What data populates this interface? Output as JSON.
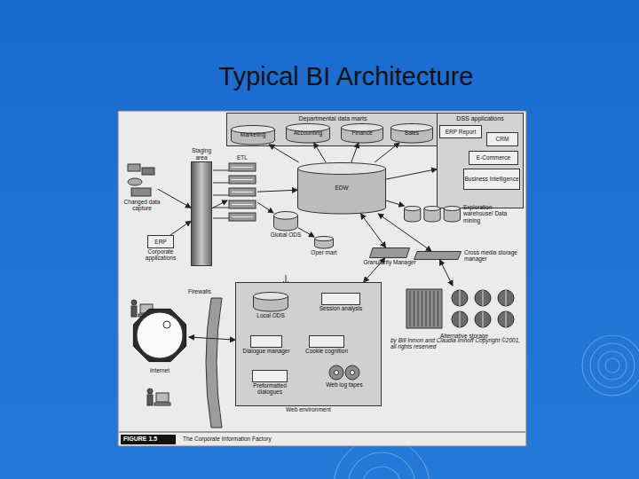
{
  "diagram": {
    "title": "Typical BI Architecture",
    "nodes": [
      {
        "text": [
          "Departmental data marts"
        ]
      },
      {
        "text": [
          "Marketing"
        ],
        "in": 0
      },
      {
        "text": [
          "Accounting"
        ],
        "in": 0
      },
      {
        "text": [
          "Finance"
        ],
        "in": 0
      },
      {
        "text": [
          "Sales"
        ],
        "in": 0
      },
      {
        "text": [
          "DSS applications"
        ]
      },
      {
        "text": [
          "ERP Report"
        ],
        "in": 5
      },
      {
        "text": [
          "CRM"
        ],
        "in": 5
      },
      {
        "text": [
          "E-Commerce"
        ],
        "in": 5
      },
      {
        "text": [
          "Business Intelligence"
        ],
        "in": 5
      },
      {
        "text": [
          "Staging area"
        ]
      },
      {
        "text": [
          "ETL"
        ]
      },
      {
        "text": [
          "Changed data capture"
        ]
      },
      {
        "text": [
          "ERP",
          "Corporate applications"
        ]
      },
      {
        "text": [
          "EDW"
        ]
      },
      {
        "text": [
          "Global ODS"
        ]
      },
      {
        "text": [
          "Oper mart"
        ]
      },
      {
        "text": [
          "Granularity Manager"
        ]
      },
      {
        "text": [
          "Exploration warehouse/ Data mining"
        ]
      },
      {
        "text": [
          "Cross media storage manager"
        ]
      },
      {
        "text": [
          "Alternative storage"
        ]
      },
      {
        "text": [
          "Internet"
        ]
      },
      {
        "text": [
          "Web environment"
        ]
      },
      {
        "text": [
          "Local ODS"
        ],
        "in": 22
      },
      {
        "text": [
          "Session analysis"
        ],
        "in": 22
      },
      {
        "text": [
          "Dialogue manager"
        ],
        "in": 22
      },
      {
        "text": [
          "Cookie cognition"
        ],
        "in": 22
      },
      {
        "text": [
          "Preformatted dialogues"
        ],
        "in": 22
      },
      {
        "text": [
          "Web log tapes"
        ],
        "in": 22
      }
    ],
    "edges": [
      {
        "from": 12,
        "to": 10,
        "arrow": "to"
      },
      {
        "from": 13,
        "to": 10,
        "arrow": "to"
      },
      {
        "from": 10,
        "to": 11,
        "arrow": "to"
      },
      {
        "from": 11,
        "to": 14,
        "arrow": "to"
      },
      {
        "from": 14,
        "to": 1,
        "arrow": "to"
      },
      {
        "from": 14,
        "to": 2,
        "arrow": "to"
      },
      {
        "from": 14,
        "to": 3,
        "arrow": "to"
      },
      {
        "from": 14,
        "to": 4,
        "arrow": "to"
      },
      {
        "from": 14,
        "to": 5,
        "arrow": "to"
      },
      {
        "from": 14,
        "to": 18,
        "arrow": "to"
      },
      {
        "from": 14,
        "to": 19,
        "arrow": "both"
      },
      {
        "from": 19,
        "to": 20,
        "arrow": "both"
      },
      {
        "from": 11,
        "to": 15,
        "arrow": "to"
      },
      {
        "from": 15,
        "to": 16,
        "arrow": "to"
      },
      {
        "from": 14,
        "to": 17,
        "arrow": "both"
      },
      {
        "from": 17,
        "to": 22,
        "arrow": "both"
      },
      {
        "from": 21,
        "to": 22,
        "arrow": "both"
      }
    ],
    "labels": [
      "Firewalls",
      "by Bill Inmon and Claudia Imhoff Copyright ©2001, all rights reserved",
      "FIGURE 1.5",
      "The Corporate Information Factory"
    ]
  }
}
